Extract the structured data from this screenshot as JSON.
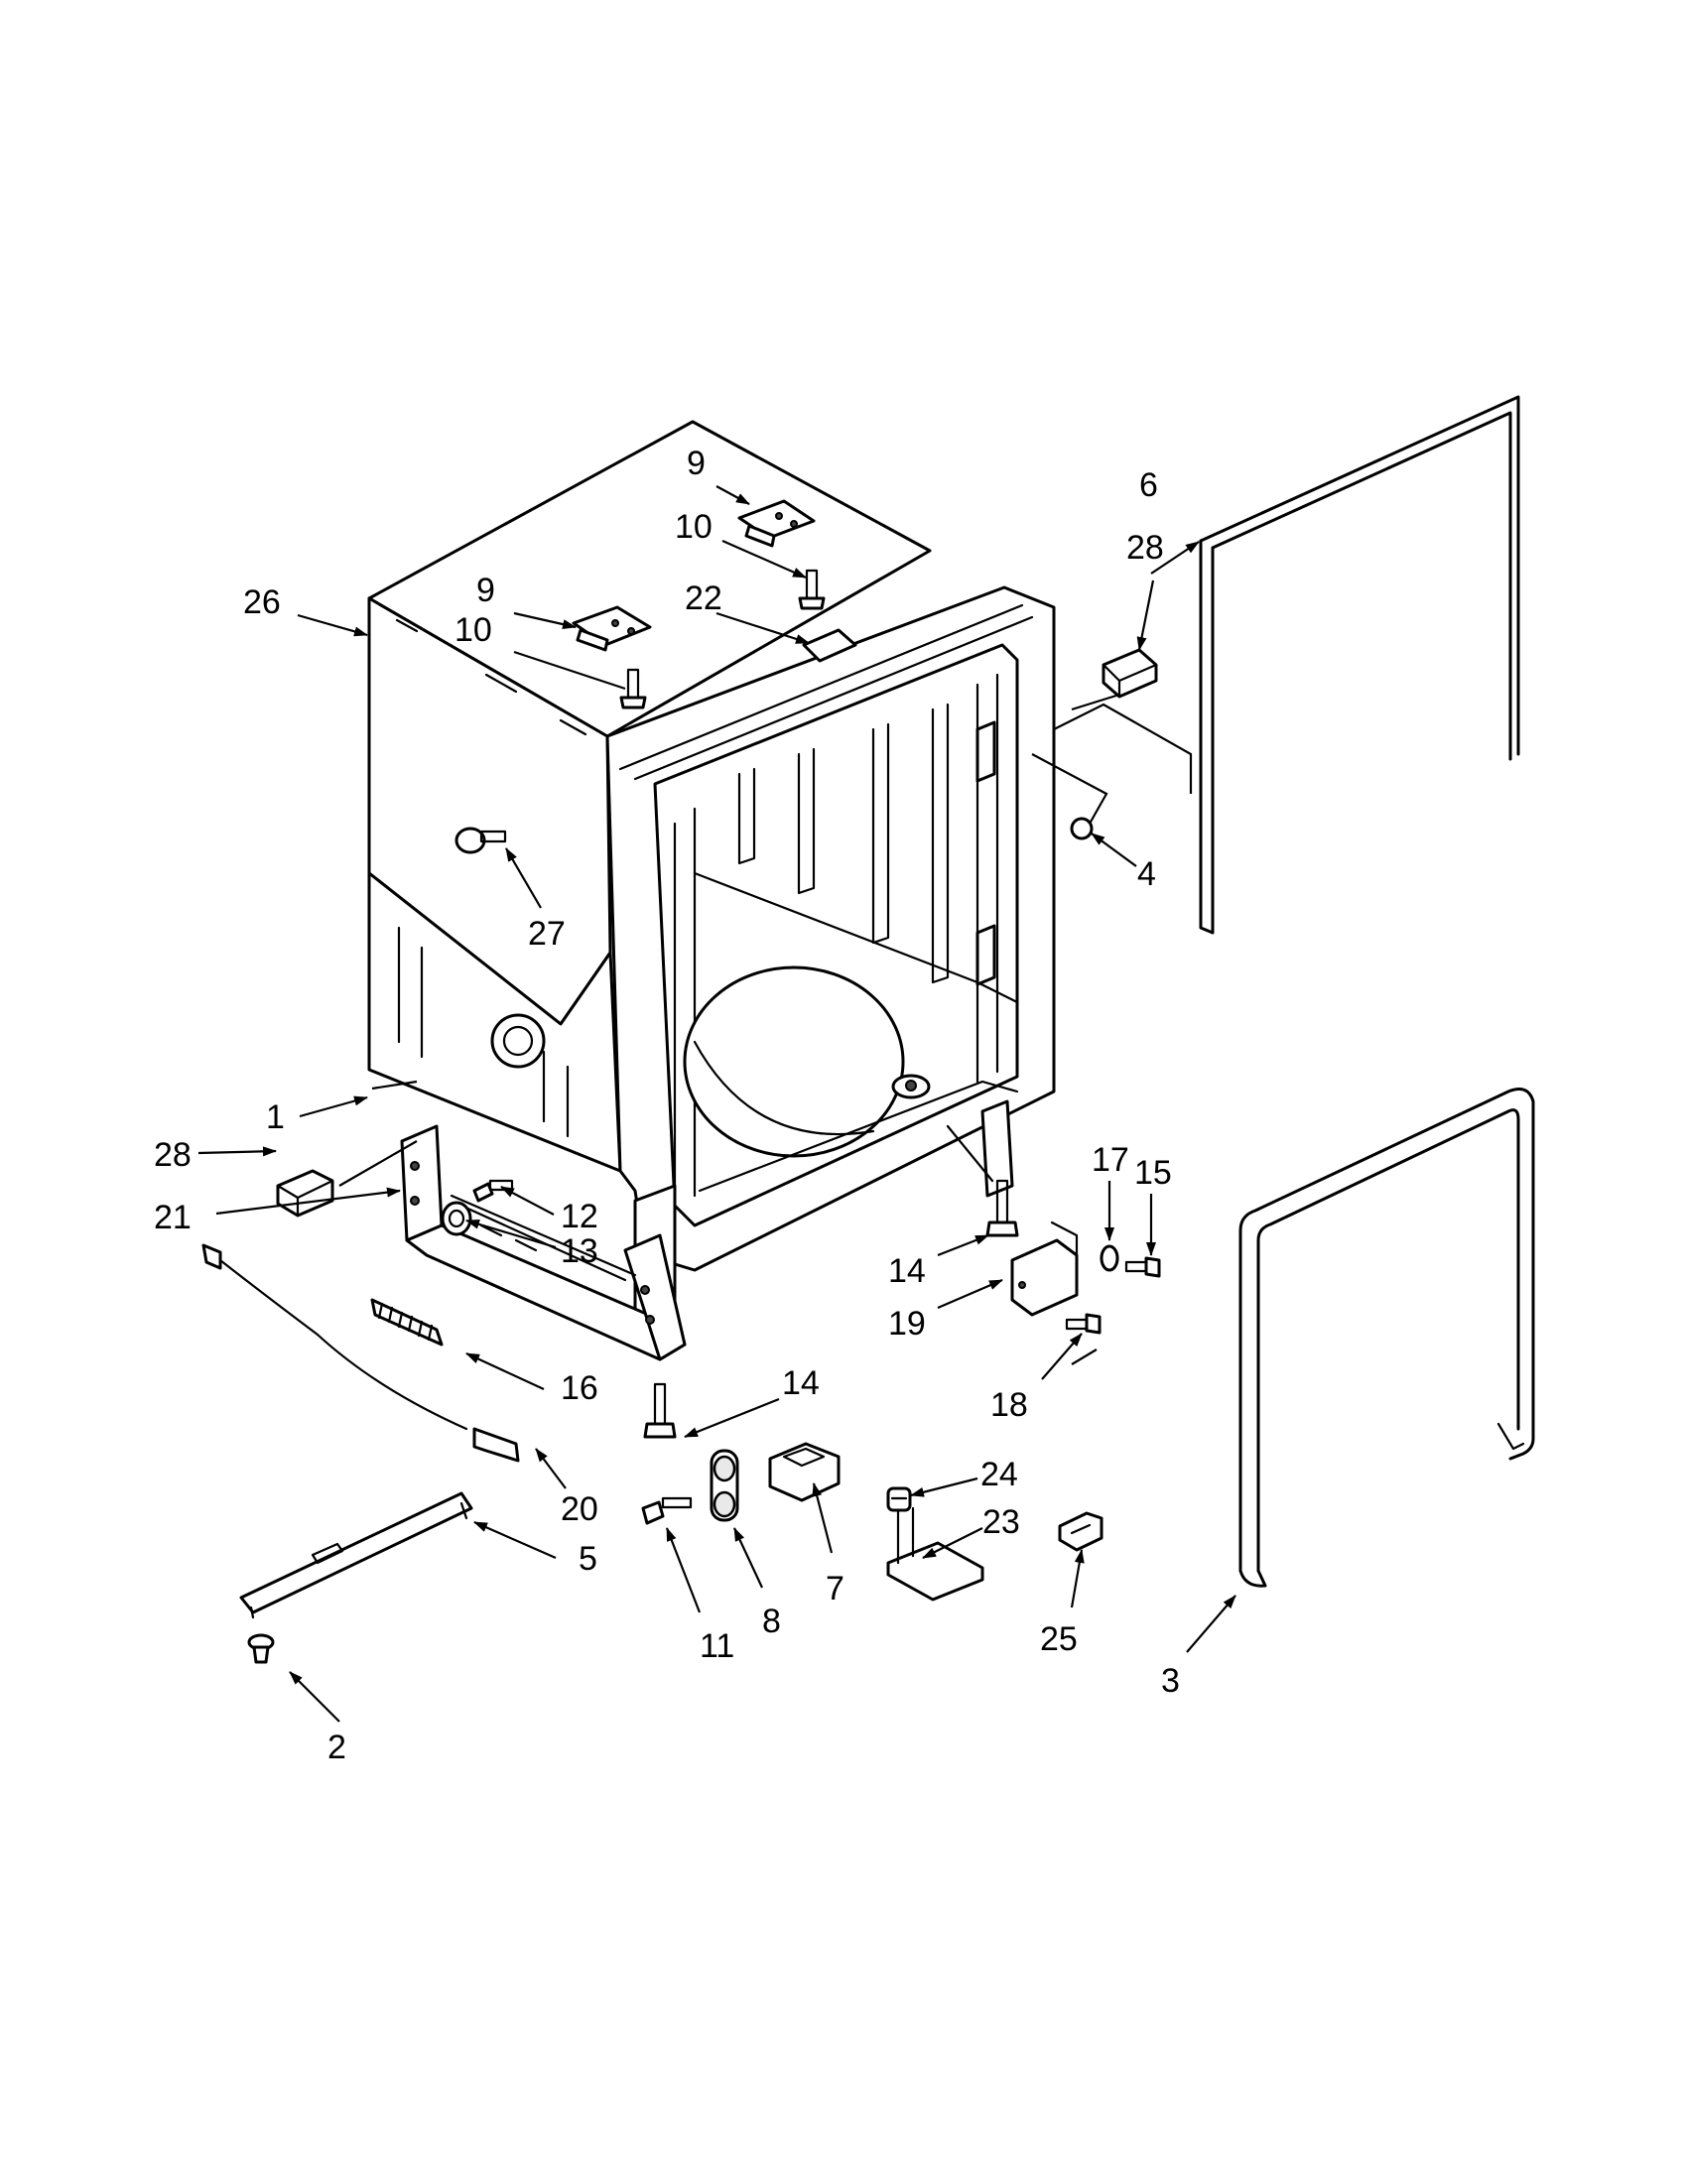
{
  "diagram": {
    "callouts": [
      {
        "id": "c1",
        "label": "1"
      },
      {
        "id": "c2",
        "label": "2"
      },
      {
        "id": "c3",
        "label": "3"
      },
      {
        "id": "c4",
        "label": "4"
      },
      {
        "id": "c5",
        "label": "5"
      },
      {
        "id": "c6",
        "label": "6"
      },
      {
        "id": "c7",
        "label": "7"
      },
      {
        "id": "c8",
        "label": "8"
      },
      {
        "id": "c9a",
        "label": "9"
      },
      {
        "id": "c9b",
        "label": "9"
      },
      {
        "id": "c10a",
        "label": "10"
      },
      {
        "id": "c10b",
        "label": "10"
      },
      {
        "id": "c11",
        "label": "11"
      },
      {
        "id": "c12",
        "label": "12"
      },
      {
        "id": "c13",
        "label": "13"
      },
      {
        "id": "c14a",
        "label": "14"
      },
      {
        "id": "c14b",
        "label": "14"
      },
      {
        "id": "c15",
        "label": "15"
      },
      {
        "id": "c16",
        "label": "16"
      },
      {
        "id": "c17",
        "label": "17"
      },
      {
        "id": "c18",
        "label": "18"
      },
      {
        "id": "c19",
        "label": "19"
      },
      {
        "id": "c20",
        "label": "20"
      },
      {
        "id": "c21",
        "label": "21"
      },
      {
        "id": "c22",
        "label": "22"
      },
      {
        "id": "c23",
        "label": "23"
      },
      {
        "id": "c24",
        "label": "24"
      },
      {
        "id": "c25",
        "label": "25"
      },
      {
        "id": "c26",
        "label": "26"
      },
      {
        "id": "c27",
        "label": "27"
      },
      {
        "id": "c28a",
        "label": "28"
      },
      {
        "id": "c28b",
        "label": "28"
      }
    ]
  }
}
